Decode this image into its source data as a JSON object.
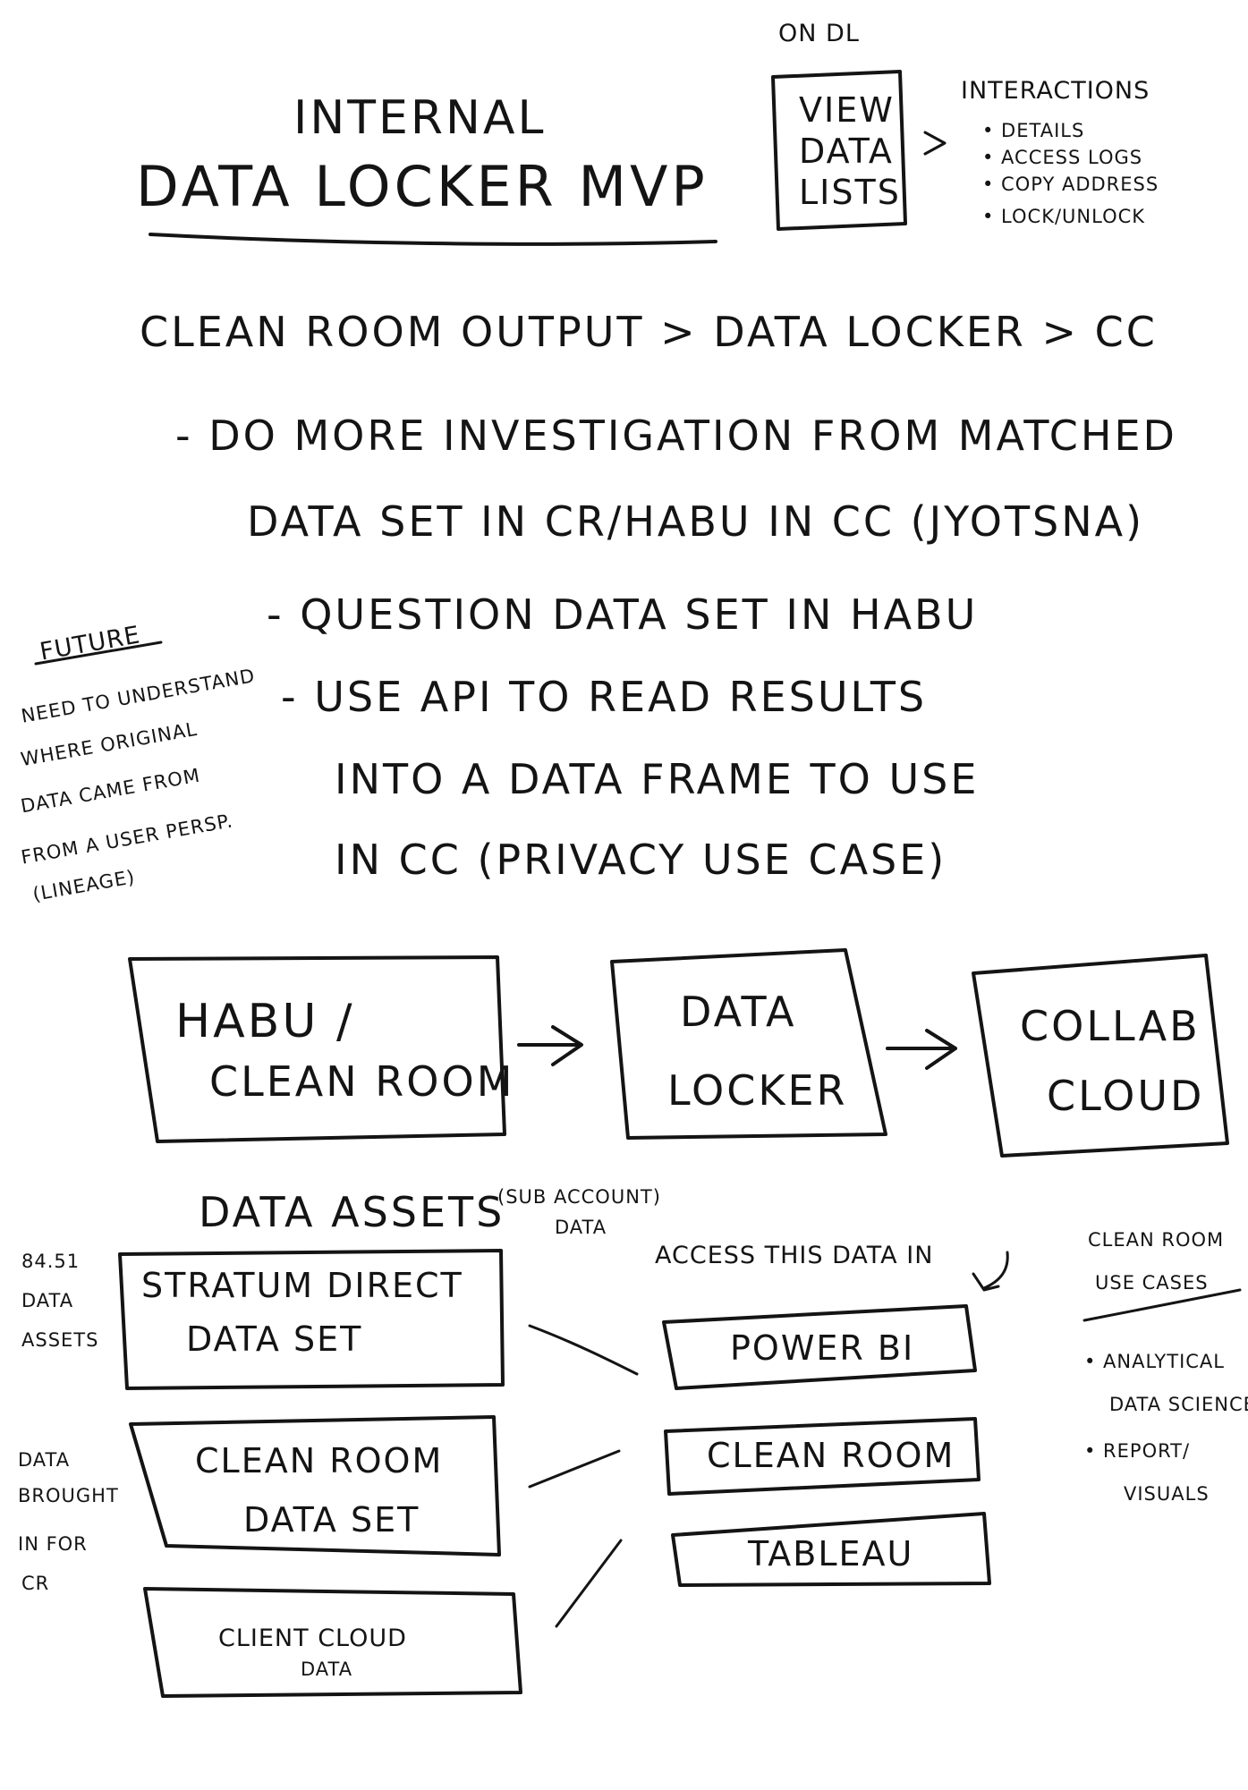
{
  "title": {
    "line1": "INTERNAL",
    "line2": "DATA LOCKER MVP"
  },
  "on_dl": {
    "heading": "ON DL",
    "box": [
      "VIEW",
      "DATA",
      "LISTS"
    ],
    "arrow": ">",
    "interactions_heading": "INTERACTIONS",
    "interactions": [
      "• DETAILS",
      "• ACCESS LOGS",
      "• COPY ADDRESS",
      "• LOCK/UNLOCK"
    ]
  },
  "flow_line": "CLEAN ROOM OUTPUT > DATA LOCKER > CC",
  "notes": [
    "- DO MORE INVESTIGATION FROM MATCHED",
    "DATA SET IN CR/HABU IN CC (JYOTSNA)",
    "- QUESTION DATA SET IN HABU",
    "- USE API TO READ RESULTS",
    "INTO A DATA FRAME TO USE",
    "IN CC (PRIVACY USE CASE)"
  ],
  "future": {
    "heading": "FUTURE",
    "lines": [
      "NEED TO UNDERSTAND",
      "WHERE ORIGINAL",
      "DATA CAME FROM",
      "FROM A USER PERSP.",
      "(LINEAGE)"
    ]
  },
  "flow_boxes": [
    {
      "line1": "HABU /",
      "line2": "CLEAN ROOM"
    },
    {
      "line1": "DATA",
      "line2": "LOCKER"
    },
    {
      "line1": "COLLAB",
      "line2": "CLOUD"
    }
  ],
  "flow_arrows": [
    "->",
    "->"
  ],
  "data_assets": {
    "heading": "DATA ASSETS",
    "sub_line1": "(SUB ACCOUNT)",
    "sub_line2": "DATA",
    "side_label_1": [
      "84.51",
      "DATA",
      "ASSETS"
    ],
    "side_label_2": [
      "DATA",
      "BROUGHT",
      "IN FOR",
      "CR"
    ],
    "boxes": [
      {
        "line1": "STRATUM DIRECT",
        "line2": "DATA SET"
      },
      {
        "line1": "CLEAN ROOM",
        "line2": "DATA SET"
      },
      {
        "line1": "CLIENT CLOUD",
        "line2": "DATA"
      }
    ]
  },
  "access": {
    "heading": "ACCESS THIS DATA IN",
    "tools": [
      "POWER BI",
      "CLEAN ROOM",
      "TABLEAU"
    ]
  },
  "use_cases": {
    "heading_line1": "CLEAN ROOM",
    "heading_line2": "USE CASES",
    "items": [
      "• ANALYTICAL",
      "DATA SCIENCE",
      "• REPORT/",
      "VISUALS"
    ]
  }
}
